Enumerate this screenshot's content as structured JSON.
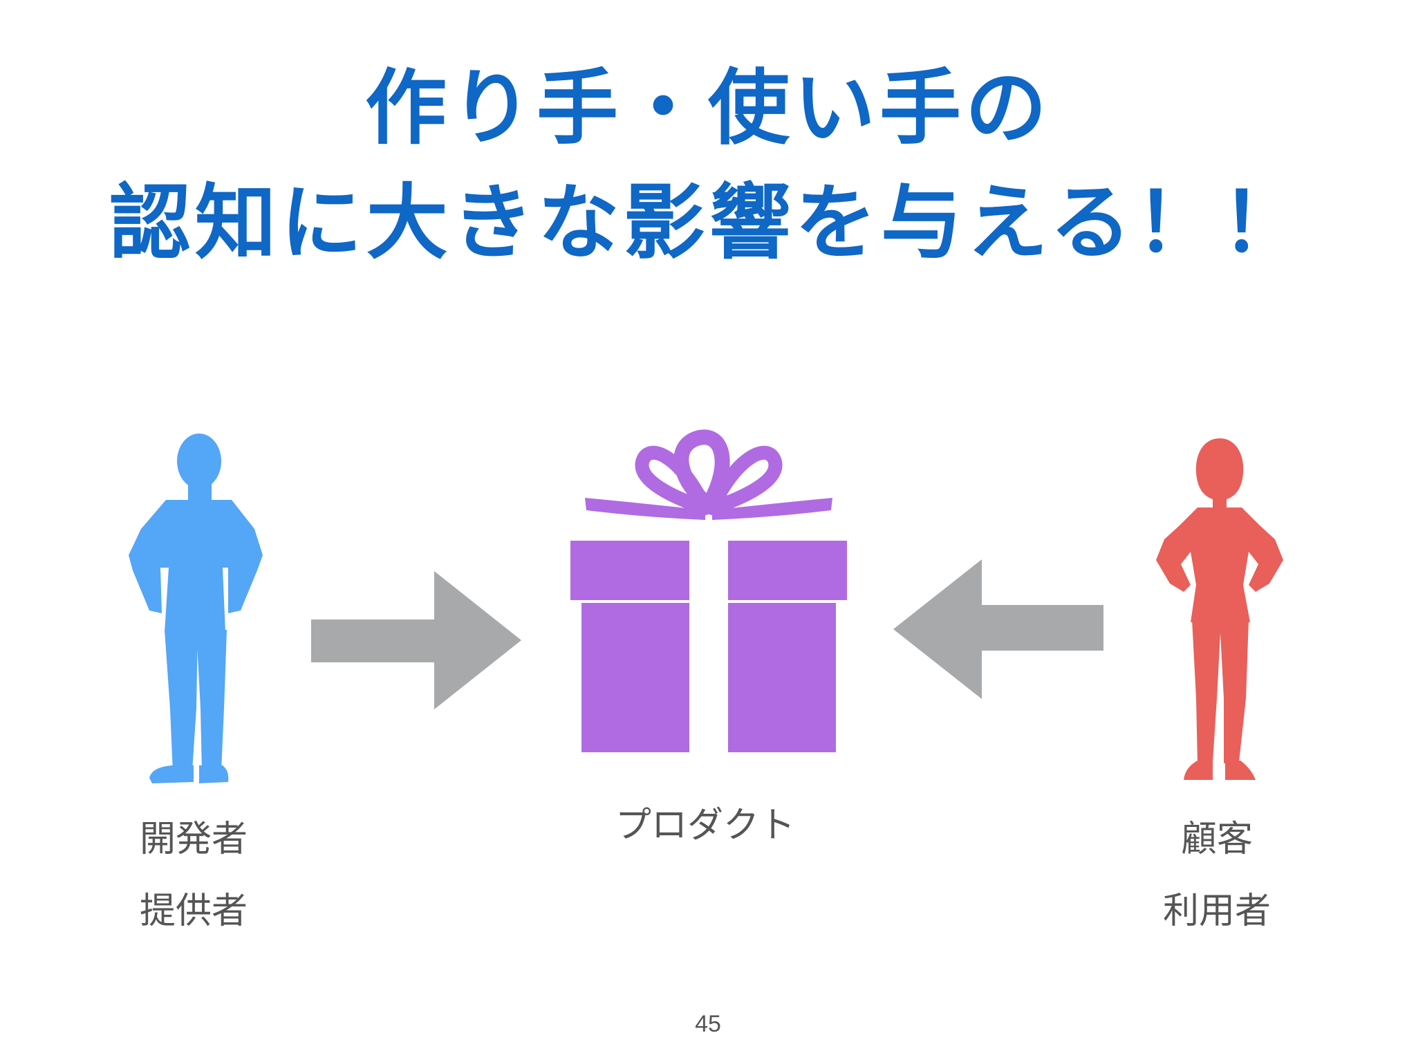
{
  "title": {
    "line1": "作り手・使い手の",
    "line2": "認知に大きな影響を与える！！"
  },
  "developer": {
    "label1": "開発者",
    "label2": "提供者",
    "color": "#54a6f7"
  },
  "product": {
    "label": "プロダクト",
    "color": "#b06be3"
  },
  "customer": {
    "label1": "顧客",
    "label2": "利用者",
    "color": "#e95f5a"
  },
  "arrow_color": "#a7a9ab",
  "page_number": "45"
}
